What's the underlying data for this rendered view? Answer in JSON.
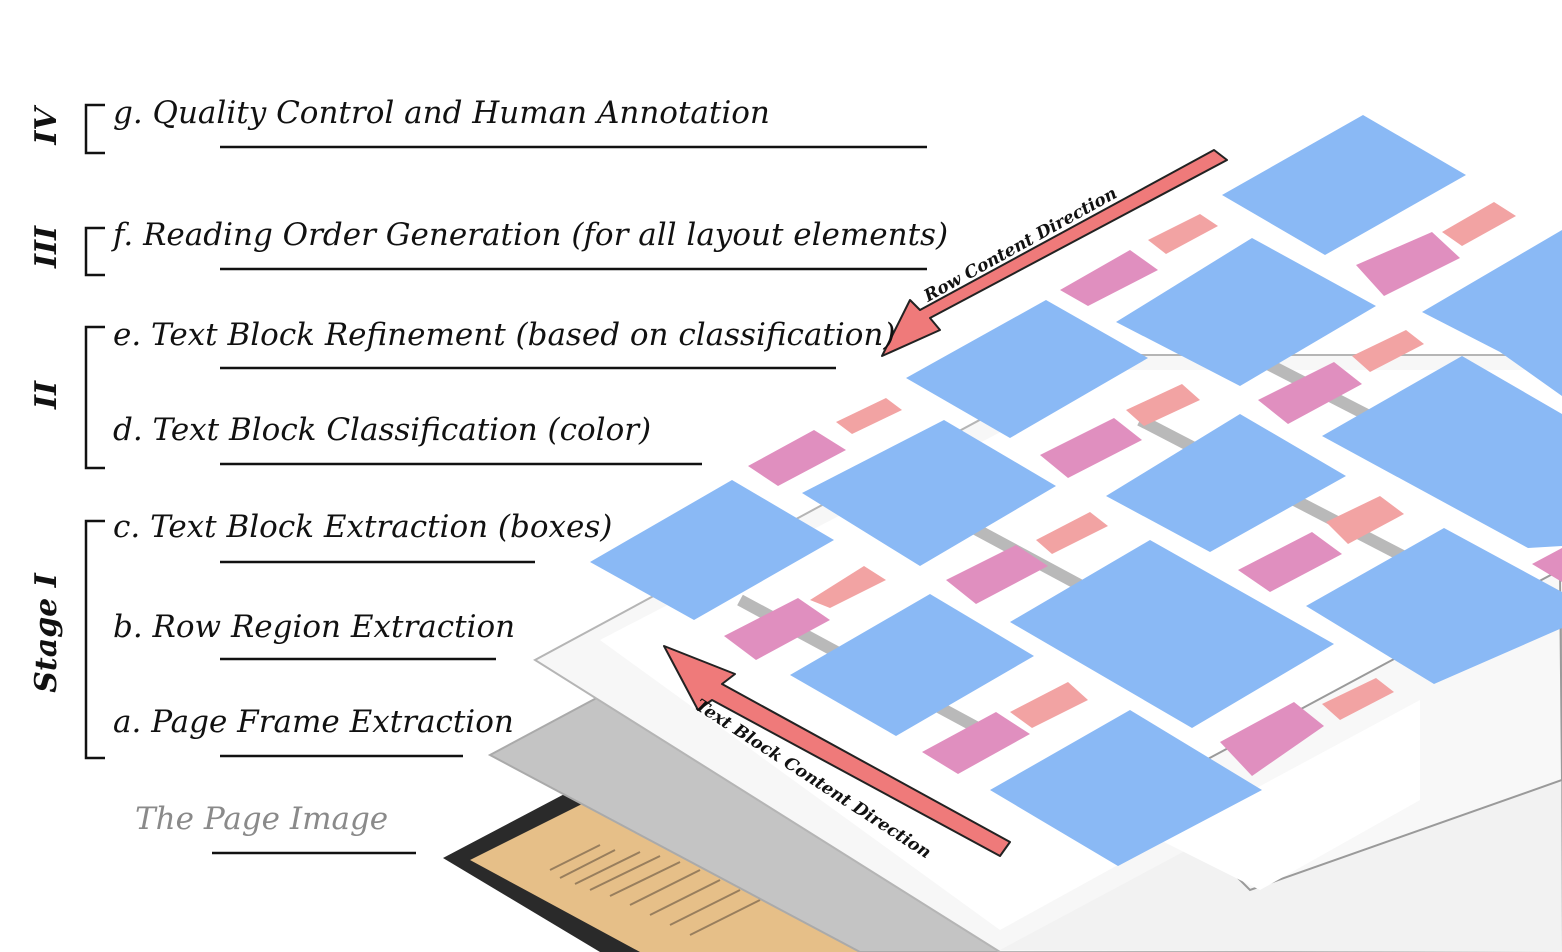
{
  "stages": [
    {
      "id": "iv",
      "label": "IV"
    },
    {
      "id": "iii",
      "label": "III"
    },
    {
      "id": "ii",
      "label": "II"
    },
    {
      "id": "i",
      "label": "Stage I"
    }
  ],
  "steps": [
    {
      "id": "g",
      "label": "g. Quality Control and Human Annotation"
    },
    {
      "id": "f",
      "label": "f. Reading Order Generation (for all layout elements)"
    },
    {
      "id": "e",
      "label": "e. Text Block Refinement (based on classification)"
    },
    {
      "id": "d",
      "label": "d. Text Block Classification (color)"
    },
    {
      "id": "c",
      "label": "c. Text Block Extraction (boxes)"
    },
    {
      "id": "b",
      "label": "b. Row Region Extraction"
    },
    {
      "id": "a",
      "label": "a. Page Frame Extraction"
    }
  ],
  "base_label": "The Page Image",
  "arrows": {
    "row_direction": "Row Content Direction",
    "text_block_direction": "Text Block Content Direction"
  },
  "colors": {
    "text_block_blue": "#8ab9f5",
    "label_pink": "#e08fbf",
    "label_salmon": "#f2a3a3",
    "row_gray": "#b9b9b9",
    "frame_gray": "#c4c4c4",
    "arrow_red": "#ef7a7a",
    "page_image": "#e8c18c"
  }
}
